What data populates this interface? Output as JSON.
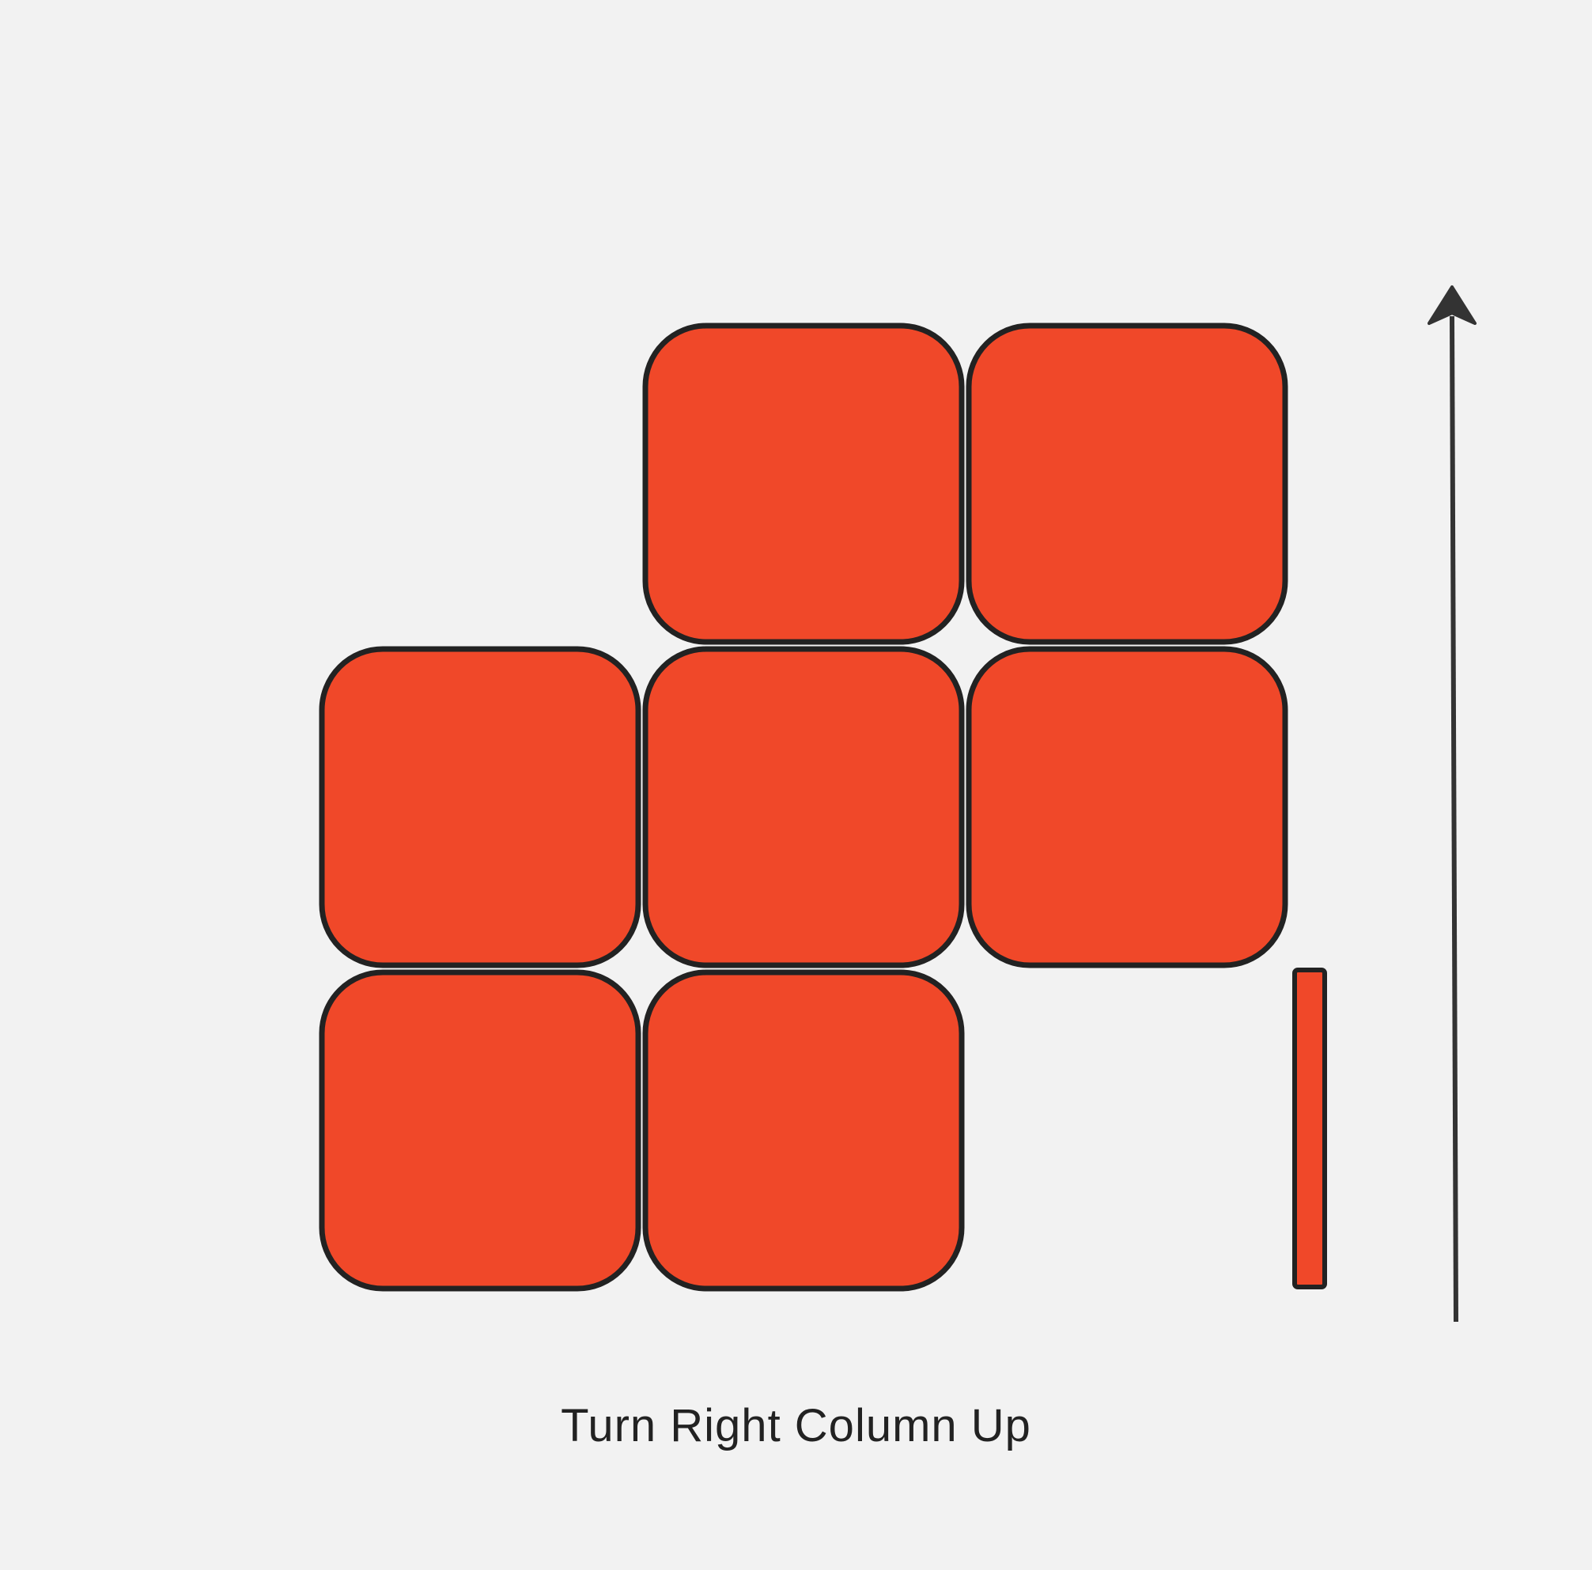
{
  "caption": "Turn Right Column Up",
  "colors": {
    "background": "#f2f2f2",
    "tile_fill": "#f04829",
    "outline": "#222222",
    "arrow": "#333333"
  },
  "cube_face": {
    "grid_size": 3,
    "filled_cells": [
      {
        "row": 0,
        "col": 1
      },
      {
        "row": 0,
        "col": 2
      },
      {
        "row": 1,
        "col": 0
      },
      {
        "row": 1,
        "col": 1
      },
      {
        "row": 1,
        "col": 2
      },
      {
        "row": 2,
        "col": 0
      },
      {
        "row": 2,
        "col": 1
      }
    ]
  },
  "move": {
    "column": "right",
    "direction": "up",
    "arrow_icon": "arrow-up-icon"
  }
}
